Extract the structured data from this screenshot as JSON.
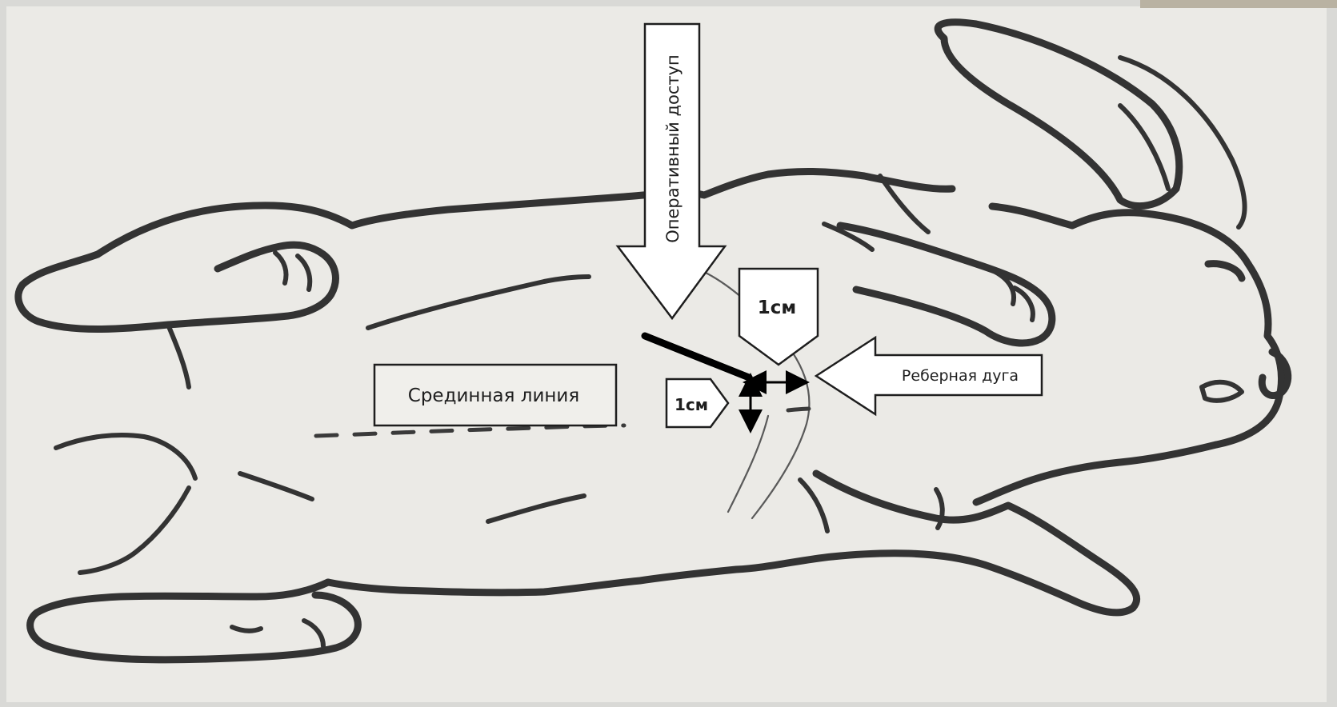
{
  "diagram": {
    "surgical_access_label": "Оперативный доступ",
    "midline_label": "Срединная линия",
    "costal_arch_label": "Реберная дуга",
    "distance_vertical_label": "1см",
    "distance_horizontal_label": "1см"
  },
  "colors": {
    "background": "#d9d9d6",
    "paper": "#ebeae6",
    "ink": "#333333",
    "incision": "#000000"
  }
}
